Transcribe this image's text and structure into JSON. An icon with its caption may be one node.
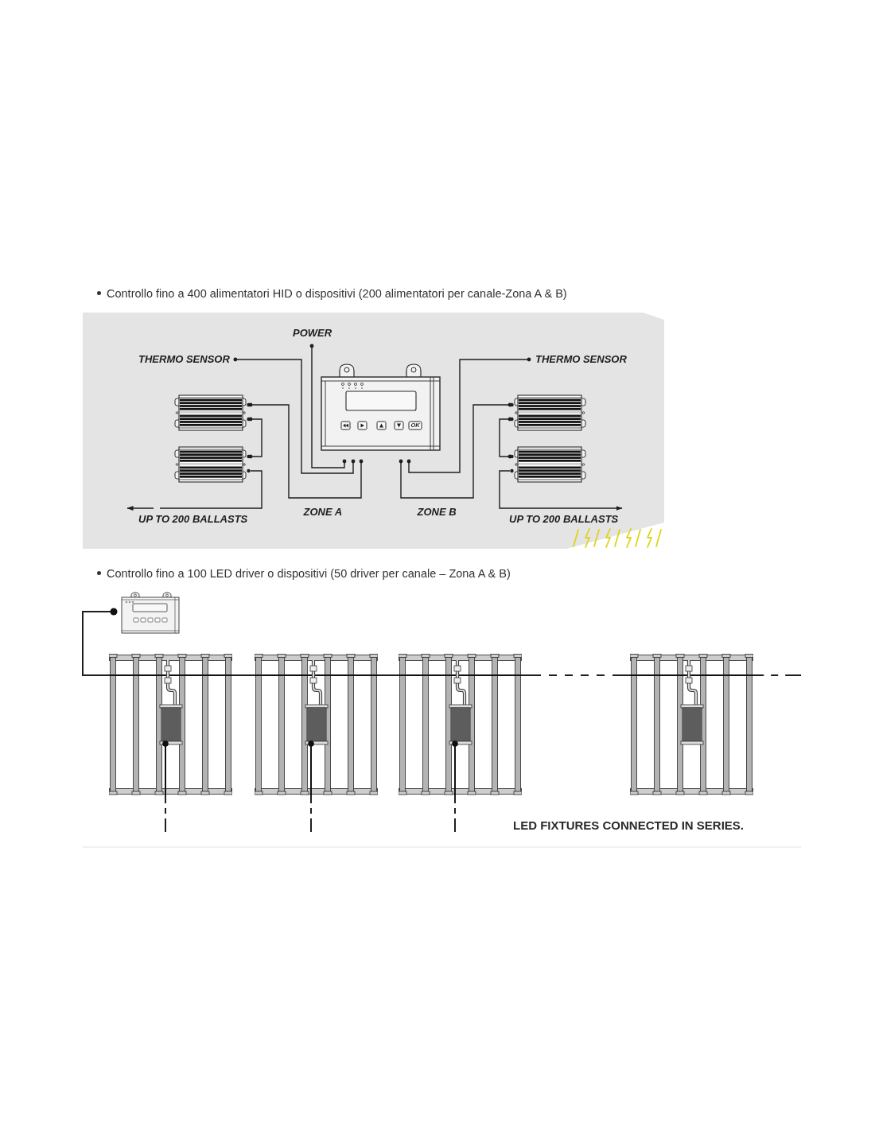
{
  "diagram": {
    "nodes": [
      {
        "text": [
          "POWER"
        ]
      },
      {
        "text": [
          "THERMO SENSOR"
        ]
      },
      {
        "text": [
          "THERMO SENSOR"
        ]
      },
      {
        "text": [],
        "shape": "picture"
      },
      {
        "text": [],
        "shape": "picture"
      },
      {
        "text": [],
        "shape": "picture"
      },
      {
        "text": [],
        "shape": "picture"
      },
      {
        "text": [],
        "shape": "picture"
      },
      {
        "text": [],
        "shape": "picture"
      },
      {
        "text": [],
        "shape": "picture"
      },
      {
        "text": [],
        "shape": "picture"
      },
      {
        "text": [],
        "shape": "picture"
      },
      {
        "text": [],
        "shape": "picture"
      }
    ],
    "edges": [
      {
        "from": 1,
        "to": 3,
        "arrow": "other"
      },
      {
        "from": 0,
        "to": 3,
        "arrow": "other"
      },
      {
        "from": 3,
        "to": 4,
        "label": "ZONE A",
        "arrow": "other"
      },
      {
        "from": 4,
        "to": 5,
        "arrow": "other"
      },
      {
        "from": 5,
        "to": null,
        "label": "UP TO 200 BALLASTS",
        "arrow": "to"
      },
      {
        "from": 3,
        "to": 6,
        "label": "ZONE B",
        "arrow": "other"
      },
      {
        "from": 2,
        "to": 3,
        "arrow": "other"
      },
      {
        "from": 6,
        "to": 7,
        "arrow": "other"
      },
      {
        "from": 7,
        "to": null,
        "label": "UP TO 200 BALLASTS",
        "arrow": "to"
      },
      {
        "from": 8,
        "to": 9,
        "arrow": "other"
      },
      {
        "from": 9,
        "to": 10,
        "arrow": "none"
      },
      {
        "from": 10,
        "to": 11,
        "arrow": "none"
      },
      {
        "from": 11,
        "to": 12,
        "arrow": "none",
        "style": "dashed"
      },
      {
        "from": 12,
        "to": null,
        "arrow": "none",
        "style": "dashed"
      },
      {
        "from": 9,
        "to": null,
        "arrow": "none",
        "style": "dashed"
      },
      {
        "from": 10,
        "to": null,
        "arrow": "none",
        "style": "dashed"
      },
      {
        "from": 11,
        "to": null,
        "arrow": "none",
        "style": "dashed"
      }
    ],
    "labels": [
      "Controllo fino a 400 alimentatori HID o dispositivi (200 alimentatori per canale-Zona A & B)",
      "OK",
      "Controllo fino a 100 LED driver o dispositivi (50 driver per canale – Zona A & B)",
      "LED FIXTURES CONNECTED IN SERIES."
    ]
  }
}
